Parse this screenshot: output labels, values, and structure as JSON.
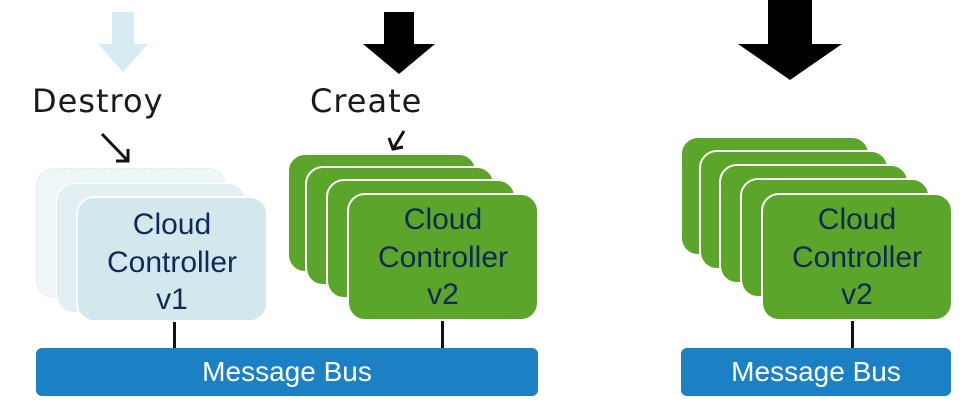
{
  "labels": {
    "destroy": "Destroy",
    "create": "Create"
  },
  "controller": {
    "v1": [
      "Cloud",
      "Controller",
      "v1"
    ],
    "v2": [
      "Cloud",
      "Controller",
      "v2"
    ]
  },
  "bus": {
    "label": "Message Bus"
  },
  "colors": {
    "old_instance": "#d3e8ec",
    "new_instance": "#5aa52a",
    "message_bus": "#1b80c4",
    "destroy_arrow": "#d6ecf2",
    "create_arrow": "#000000"
  }
}
